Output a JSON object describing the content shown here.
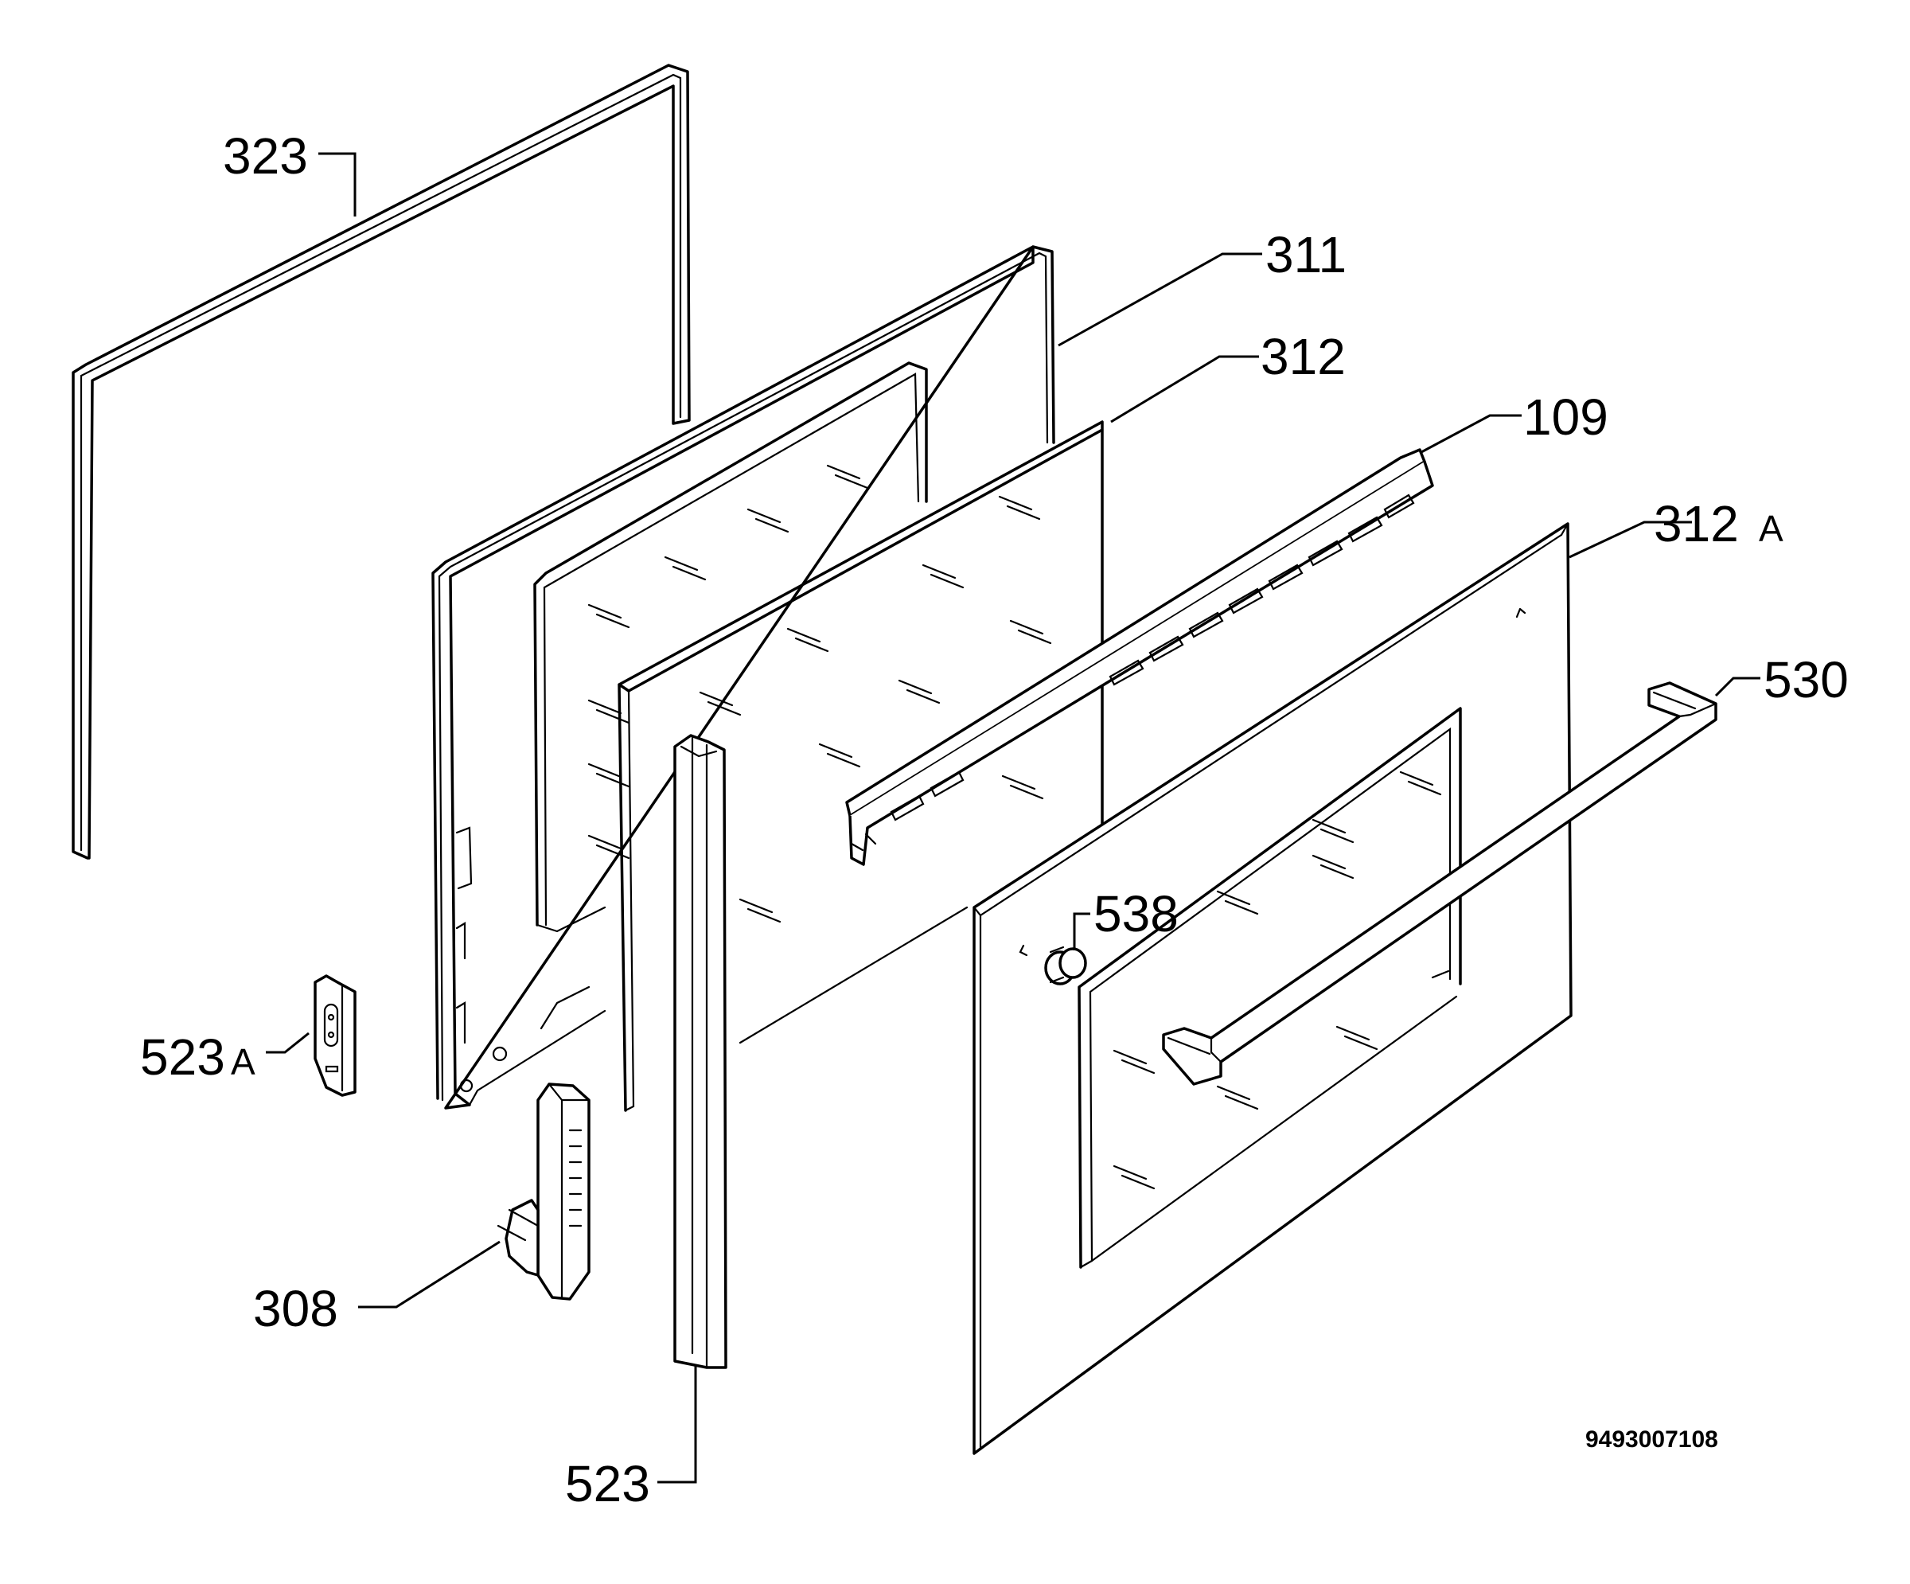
{
  "labels": {
    "p323": "323",
    "p311": "311",
    "p312": "312",
    "p109": "109",
    "p312a_num": "312",
    "p312a_suffix": "A",
    "p530": "530",
    "p538": "538",
    "p523a_num": "523",
    "p523a_suffix": "A",
    "p308": "308",
    "p523": "523"
  },
  "drawing_code": "9493007108"
}
